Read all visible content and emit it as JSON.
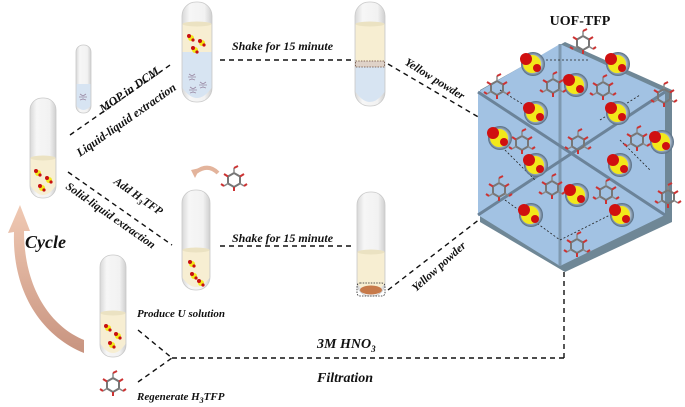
{
  "title": "UOF-TFP",
  "labels": {
    "mop_in_dcm": "MOP in DCM",
    "liquid_liquid": "Liquid-liquid extraction",
    "add_h3tfp_prefix": "Add H",
    "add_h3tfp_sub": "3",
    "add_h3tfp_suffix": "TFP",
    "solid_liquid": "Solid-liquid extraction",
    "shake_top": "Shake for 15 minute",
    "shake_bottom": "Shake for 15 minute",
    "yellow_powder_top": "Yellow powder",
    "yellow_powder_bottom": "Yellow powder",
    "cycle": "Cycle",
    "produce_u": "Produce U solution",
    "hno3_prefix": "3M HNO",
    "hno3_sub": "3",
    "filtration": "Filtration",
    "regenerate_prefix": "Regenerate H",
    "regenerate_sub": "3",
    "regenerate_suffix": "TFP"
  },
  "colors": {
    "organic_phase": "#f7eed2",
    "aqueous_phase": "#d7e4f2",
    "framework_blue": "#9fbfe0",
    "framework_side": "#6f8796",
    "uranyl_red": "#d01010",
    "uranyl_yellow": "#f2e81a",
    "cycle_arrow": "#e3b49c",
    "precipitate": "#c77a4a"
  }
}
